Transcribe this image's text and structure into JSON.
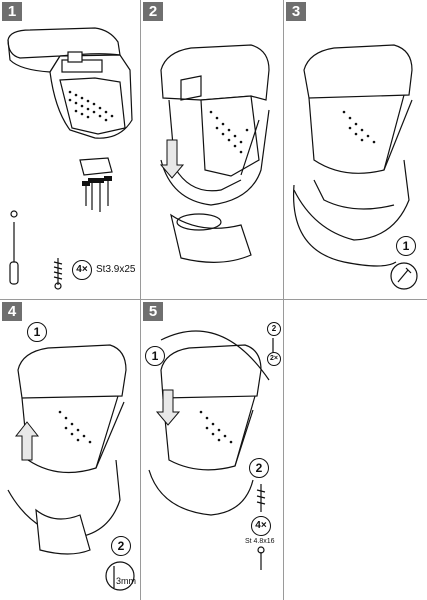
{
  "steps": [
    "1",
    "2",
    "3",
    "4",
    "5"
  ],
  "step1": {
    "count_label": "4×",
    "screw_spec": "St3.9x25"
  },
  "step3": {
    "callout": "1"
  },
  "step4": {
    "callout_top": "1",
    "callout_bottom": "2",
    "drill_label": "3mm"
  },
  "step5": {
    "callout_left": "1",
    "callout_right": "2",
    "side_callout_top": "2",
    "side_callout_mid": "2×",
    "count_label": "4×",
    "screw_spec": "St 4.8x16"
  },
  "colors": {
    "badge": "#6f6f6f",
    "divider": "#9a9a9a",
    "line": "#111111"
  }
}
